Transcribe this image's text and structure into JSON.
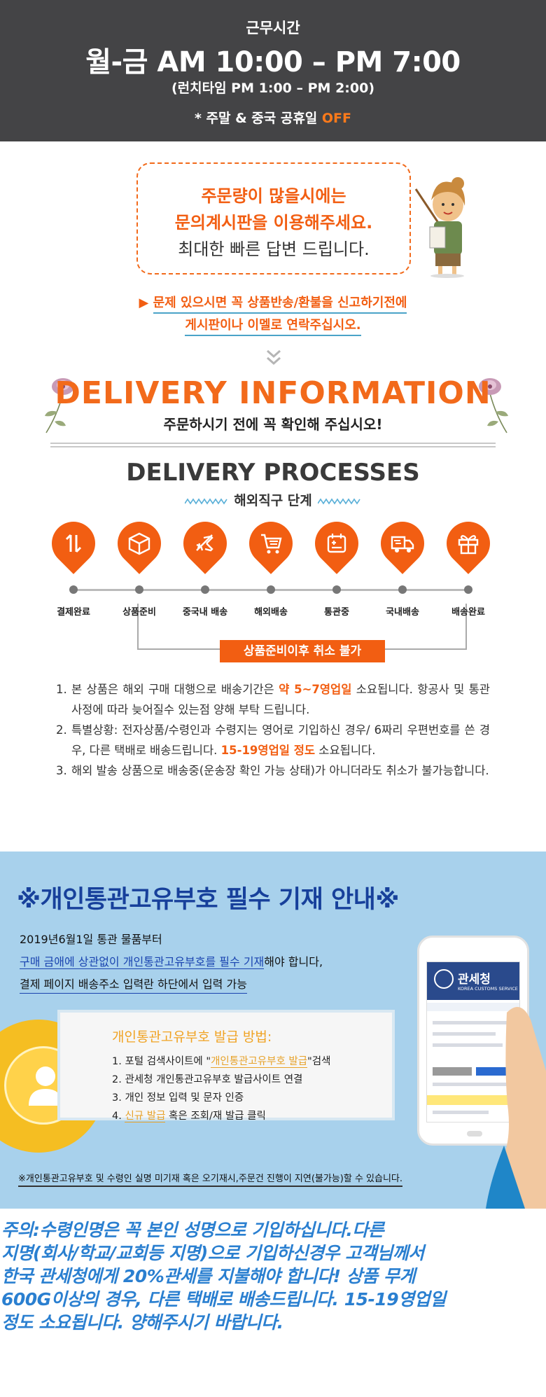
{
  "hours": {
    "label": "근무시간",
    "time": "월-금 AM 10:00 – PM 7:00",
    "lunch": "(런치타임 PM 1:00 – PM 2:00)",
    "holiday_prefix": "* 주말 & 중국 공휴일 ",
    "holiday_off": "OFF"
  },
  "notice": {
    "line1": "주문량이 많을시에는",
    "line2": "문의계시판을 이용해주세요.",
    "line3": "최대한 빠른 답변 드립니다."
  },
  "warning": {
    "line1": "문제 있으시면 꼭 상품반송/환불을 신고하기전에",
    "line2": "게시판이나 이멜로 연락주십시오."
  },
  "delivery_info": {
    "title": "DELIVERY INFORMATION",
    "subtitle": "주문하시기 전에 꼭 확인해 주십시오!"
  },
  "processes": {
    "title": "DELIVERY PROCESSES",
    "subtitle": "해외직구 단계",
    "steps": [
      {
        "label": "결제완료",
        "icon": "payment-arrows-icon"
      },
      {
        "label": "상품준비",
        "icon": "box-icon"
      },
      {
        "label": "중국내 배송",
        "icon": "airplane-icon"
      },
      {
        "label": "해외배송",
        "icon": "cart-icon"
      },
      {
        "label": "통관중",
        "icon": "calendar-icon"
      },
      {
        "label": "국내배송",
        "icon": "truck-icon"
      },
      {
        "label": "배송완료",
        "icon": "gift-icon"
      }
    ],
    "cancel_note": "상품준비이후 취소 불가"
  },
  "terms": {
    "item1_num": "1.",
    "item1_a": "본 상품은 해외 구매 대행으로 배송기간은 ",
    "item1_hl": "약 5~7영업일",
    "item1_b": " 소요됩니다. 항공사 및 통관사정에 따라 늦어질수 있는점 양해 부탁 드립니다.",
    "item2_num": "2.",
    "item2_a": "특별상황: 전자상품/수령인과 수령지는 영어로 기입하신 경우/ 6짜리 우편번호를 쓴 경우, 다른 택배로 배송드립니다. ",
    "item2_hl": "15-19영업일 정도",
    "item2_b": " 소요됩니다.",
    "item3_num": "3.",
    "item3_a": "해외 발송 상품으로 배송중(운송장 확인 가능 상태)가 아니더라도 취소가 불가능합니다."
  },
  "customs": {
    "title": "※개인통관고유부호 필수 기재 안내※",
    "line1": "2019년6월1일 통관 물품부터",
    "line2_link": "구매 금애에 상관없이 개인통관고유부호를 필수 기재",
    "line2_rest": "해야 합니다,",
    "line3": "결제 페이지 배송주소 입력란 하단에서 입력 가능",
    "card_heading": "개인통관고유부호 발급 방법:",
    "step1_a": "1. 포털 검색사이트에 \"",
    "step1_link": "개인통관고유부호 발급",
    "step1_b": "\"검색",
    "step2": "2. 관세청 개인통관고유부호 발급사이트 연결",
    "step3": "3. 개인 정보 입력 및 문자 인증",
    "step4_a": "4. ",
    "step4_link": "신규 발급",
    "step4_b": " 혹은 조회/재 발급 클릭",
    "phone_title": "관세청",
    "phone_sub": "KOREA CUSTOMS SERVICE",
    "footer": "※개인통관고유부호 및 수령인 실명 미기재 혹은 오기재시,주문건 진행이 지연(불가능)할 수 있습니다."
  },
  "bottom_note": {
    "line1": "주의:수령인명은 꼭 본인 성명으로 기입하십니다.다른",
    "line2": " 지명(회사/학교/교회등 지명)으로 기입하신경우 고객님께서",
    "line3": " 한국 관세청에게 20%관세를 지불해야 합니다! 상품 무게",
    "line4": "600G이상의 경우, 다른 택배로 배송드립니다. 15-19영업일",
    "line5": " 정도 소요됩니다. 양해주시기 바랍니다."
  },
  "colors": {
    "accent": "#f25e12",
    "header_bg": "#444446",
    "customs_bg": "#a8d1ec",
    "customs_title": "#17409b",
    "note_text": "#2a7fd0"
  }
}
